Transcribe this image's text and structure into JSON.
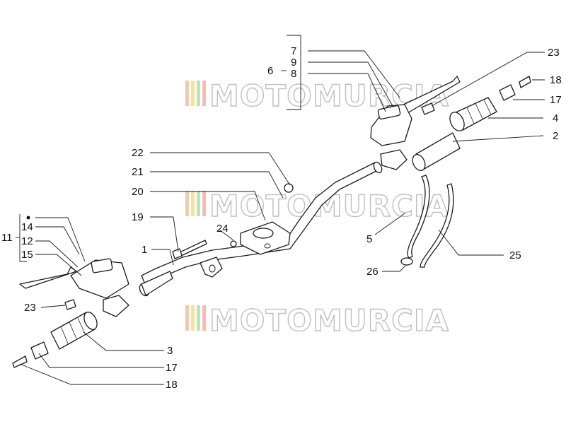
{
  "watermark": {
    "text": "MOTOMURCIA",
    "stripe_colors": [
      "#f4c9a8",
      "#f3e3a0",
      "#bfe3b6",
      "#f7b9b9"
    ]
  },
  "labels": {
    "l7": "7",
    "l9": "9",
    "l6": "6",
    "l8": "8",
    "l23a": "23",
    "l18a": "18",
    "l17a": "17",
    "l4": "4",
    "l2": "2",
    "l22": "22",
    "l21": "21",
    "l20": "20",
    "l19": "19",
    "l24": "24",
    "l1": "1",
    "l11": "11",
    "l14": "14",
    "l12": "12",
    "l15": "15",
    "l5": "5",
    "l25": "25",
    "l26": "26",
    "l23b": "23",
    "l3": "3",
    "l17b": "17",
    "l18b": "18"
  }
}
